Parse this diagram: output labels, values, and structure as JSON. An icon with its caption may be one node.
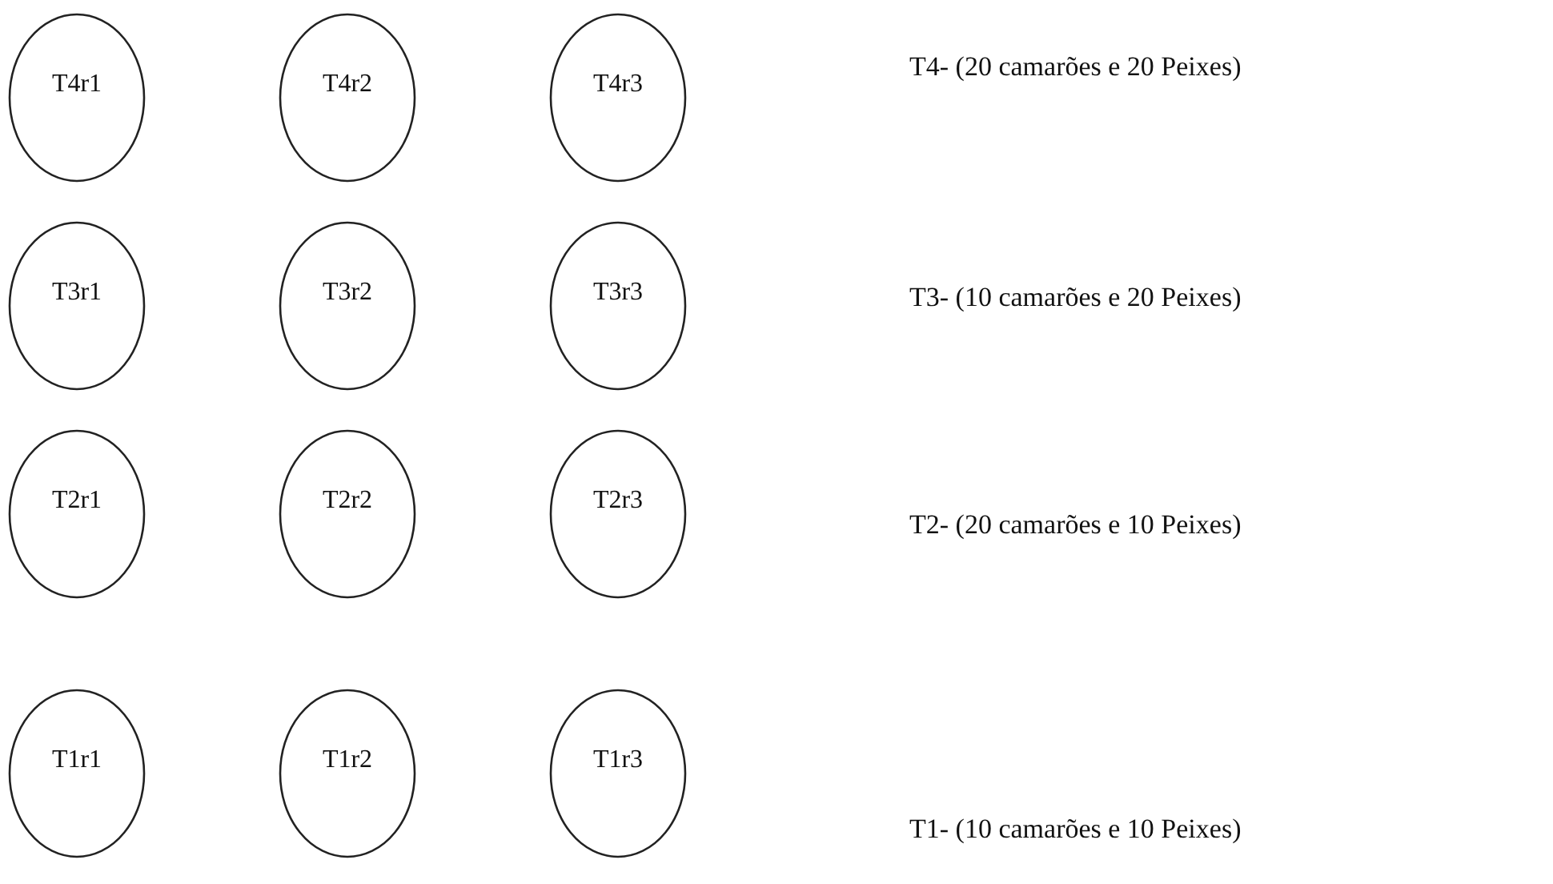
{
  "diagram": {
    "nodes": [
      {
        "text": [
          "T4r1"
        ]
      },
      {
        "text": [
          "T4r2"
        ]
      },
      {
        "text": [
          "T4r3"
        ]
      },
      {
        "text": [
          "T3r1"
        ]
      },
      {
        "text": [
          "T3r2"
        ]
      },
      {
        "text": [
          "T3r3"
        ]
      },
      {
        "text": [
          "T2r1"
        ]
      },
      {
        "text": [
          "T2r2"
        ]
      },
      {
        "text": [
          "T2r3"
        ]
      },
      {
        "text": [
          "T1r1"
        ]
      },
      {
        "text": [
          "T1r2"
        ]
      },
      {
        "text": [
          "T1r3"
        ]
      }
    ],
    "labels": [
      "T4- (20 camarões e 20 Peixes)",
      "T3- (10 camarões e 20 Peixes)",
      "T2- (20 camarões e 10 Peixes)",
      "T1- (10 camarões e 10 Peixes)"
    ]
  }
}
